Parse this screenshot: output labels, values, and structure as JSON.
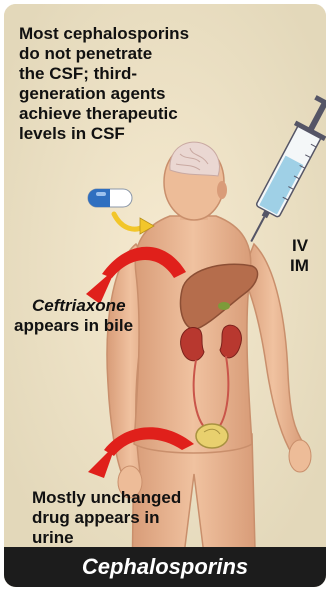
{
  "notes": {
    "csf": "Most cephalosporins\ndo not penetrate\nthe CSF; third-\ngeneration agents\nachieve therapeutic\nlevels in CSF",
    "iv": "IV",
    "im": "IM",
    "bile_drug": "Ceftriaxone",
    "bile_rest": "appears in bile",
    "urine": "Mostly unchanged\ndrug appears in\nurine"
  },
  "footer": {
    "title": "Cephalosporins"
  },
  "colors": {
    "background": "#e3d8ba",
    "skin": "#e8b48e",
    "arrow_red": "#e0201b",
    "arrow_yellow": "#f2c62a",
    "footer": "#1c1c1c",
    "syringe_fluid": "#9fd0e6"
  },
  "icons": [
    "capsule-icon",
    "syringe-icon",
    "liver-icon",
    "kidney-icon",
    "bladder-icon"
  ]
}
